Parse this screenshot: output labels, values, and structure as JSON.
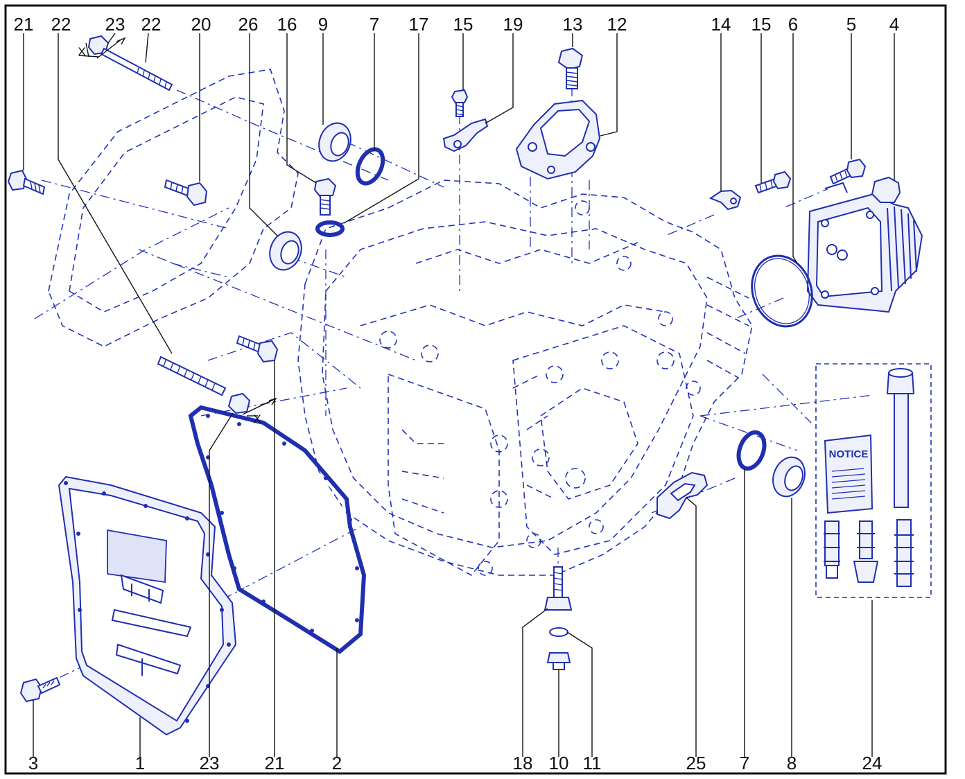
{
  "diagram": {
    "callouts_top": [
      "21",
      "22",
      "23",
      "22",
      "20",
      "26",
      "16",
      "9",
      "7",
      "17",
      "15",
      "19",
      "13",
      "12",
      "14",
      "15",
      "6",
      "5",
      "4"
    ],
    "callouts_bottom": [
      "3",
      "1",
      "23",
      "21",
      "2",
      "18",
      "10",
      "11",
      "25",
      "7",
      "8",
      "24"
    ],
    "dimension_marks": [
      "X",
      "X"
    ],
    "kit_notice_text": "NOTICE",
    "colors": {
      "line": "#1f2fb0",
      "fill": "#eef0fb",
      "text": "#111111",
      "frame": "#111111"
    }
  }
}
